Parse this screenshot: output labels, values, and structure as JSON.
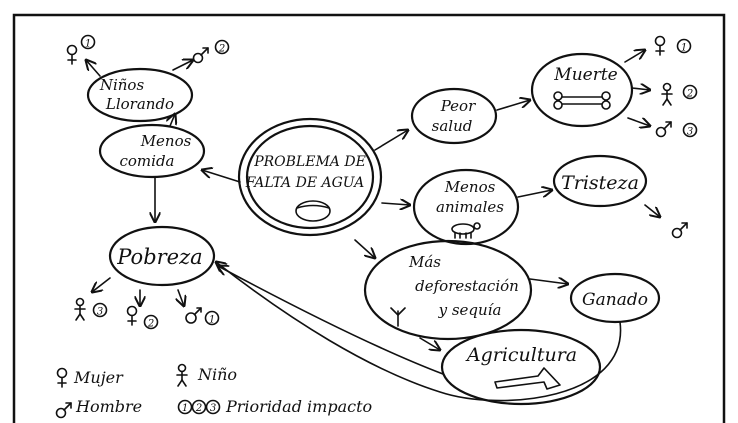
{
  "nodes": {
    "center_line1": "PROBLEMA DE",
    "center_line2": "FALTA DE AGUA",
    "ninos_line1": "Niños",
    "ninos_line2": "Llorando",
    "menos_comida_line1": "Menos",
    "menos_comida_line2": "comida",
    "pobreza": "Pobreza",
    "peor_salud_line1": "Peor",
    "peor_salud_line2": "salud",
    "muerte": "Muerte",
    "menos_animales_line1": "Menos",
    "menos_animales_line2": "animales",
    "tristeza": "Tristeza",
    "deforestacion_line1": "Más",
    "deforestacion_line2": "deforestación",
    "deforestacion_line3": "y sequía",
    "ganado": "Ganado",
    "agricultura": "Agricultura"
  },
  "priorities": {
    "p1": "1",
    "p2": "2",
    "p3": "3"
  },
  "legend": {
    "mujer": "Mujer",
    "nino": "Niño",
    "hombre": "Hombre",
    "prioridad": "Prioridad impacto"
  }
}
